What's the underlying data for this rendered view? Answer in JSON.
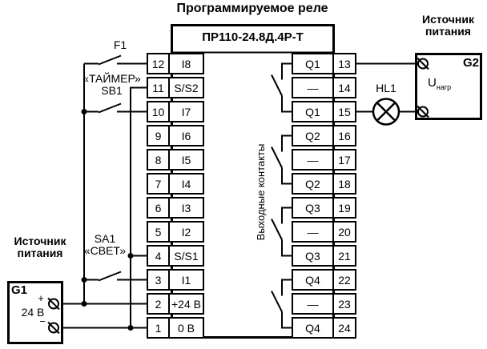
{
  "title": "Программируемое реле",
  "relay": {
    "model": "ПР110-24.8Д.4Р-Т",
    "outputs_label": "Выходные контакты",
    "left_terminals": [
      {
        "pin": "12",
        "label": "I8"
      },
      {
        "pin": "11",
        "label": "S/S2"
      },
      {
        "pin": "10",
        "label": "I7"
      },
      {
        "pin": "9",
        "label": "I6"
      },
      {
        "pin": "8",
        "label": "I5"
      },
      {
        "pin": "7",
        "label": "I4"
      },
      {
        "pin": "6",
        "label": "I3"
      },
      {
        "pin": "5",
        "label": "I2"
      },
      {
        "pin": "4",
        "label": "S/S1"
      },
      {
        "pin": "3",
        "label": "I1"
      },
      {
        "pin": "2",
        "label": "+24 В"
      },
      {
        "pin": "1",
        "label": "0 В"
      }
    ],
    "right_terminals": [
      {
        "label": "Q1",
        "pin": "13"
      },
      {
        "label": "—",
        "pin": "14"
      },
      {
        "label": "Q1",
        "pin": "15"
      },
      {
        "label": "Q2",
        "pin": "16"
      },
      {
        "label": "—",
        "pin": "17"
      },
      {
        "label": "Q2",
        "pin": "18"
      },
      {
        "label": "Q3",
        "pin": "19"
      },
      {
        "label": "—",
        "pin": "20"
      },
      {
        "label": "Q3",
        "pin": "21"
      },
      {
        "label": "Q4",
        "pin": "22"
      },
      {
        "label": "—",
        "pin": "23"
      },
      {
        "label": "Q4",
        "pin": "24"
      }
    ]
  },
  "input_circuit": {
    "fuse": "F1",
    "timer_caption": "«ТАЙМЕР»",
    "timer_button": "SB1",
    "light_switch": "SA1",
    "light_caption": "«СВЕТ»"
  },
  "supply_left": {
    "heading_line1": "Источник",
    "heading_line2": "питания",
    "name": "G1",
    "voltage": "24 В",
    "plus": "+",
    "minus": "−"
  },
  "supply_right": {
    "heading_line1": "Источник",
    "heading_line2": "питания",
    "name": "G2",
    "load_voltage": "U",
    "load_voltage_sub": "нагр"
  },
  "lamp": {
    "label": "HL1"
  },
  "colors": {
    "line": "#000000",
    "background": "#ffffff"
  }
}
